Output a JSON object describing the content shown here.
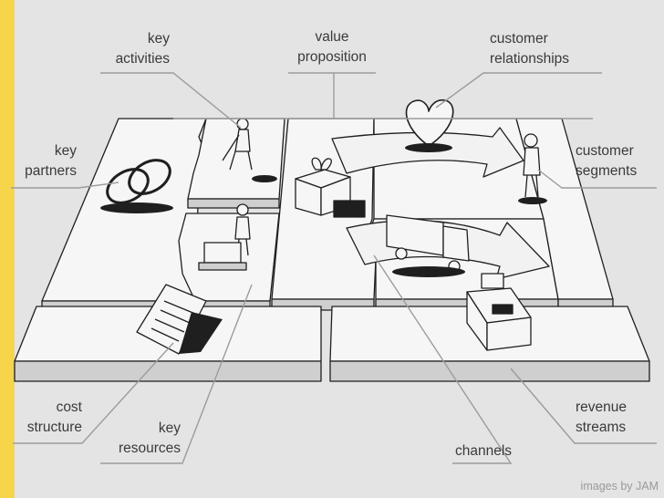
{
  "colors": {
    "background": "#e4e4e4",
    "accent_bar": "#f7d54a",
    "block_top": "#f6f6f6",
    "block_side": "#cfcfcf",
    "ink": "#1f1f1f",
    "leader": "#9c9c9c"
  },
  "labels": {
    "key_partners": [
      "key",
      "partners"
    ],
    "key_activities": [
      "key",
      "activities"
    ],
    "value_proposition": [
      "value",
      "proposition"
    ],
    "customer_relationships": [
      "customer",
      "relationships"
    ],
    "customer_segments": [
      "customer",
      "segments"
    ],
    "cost_structure": [
      "cost",
      "structure"
    ],
    "key_resources": [
      "key",
      "resources"
    ],
    "channels": [
      "channels"
    ],
    "revenue_streams": [
      "revenue",
      "streams"
    ]
  },
  "credit": "images by JAM"
}
